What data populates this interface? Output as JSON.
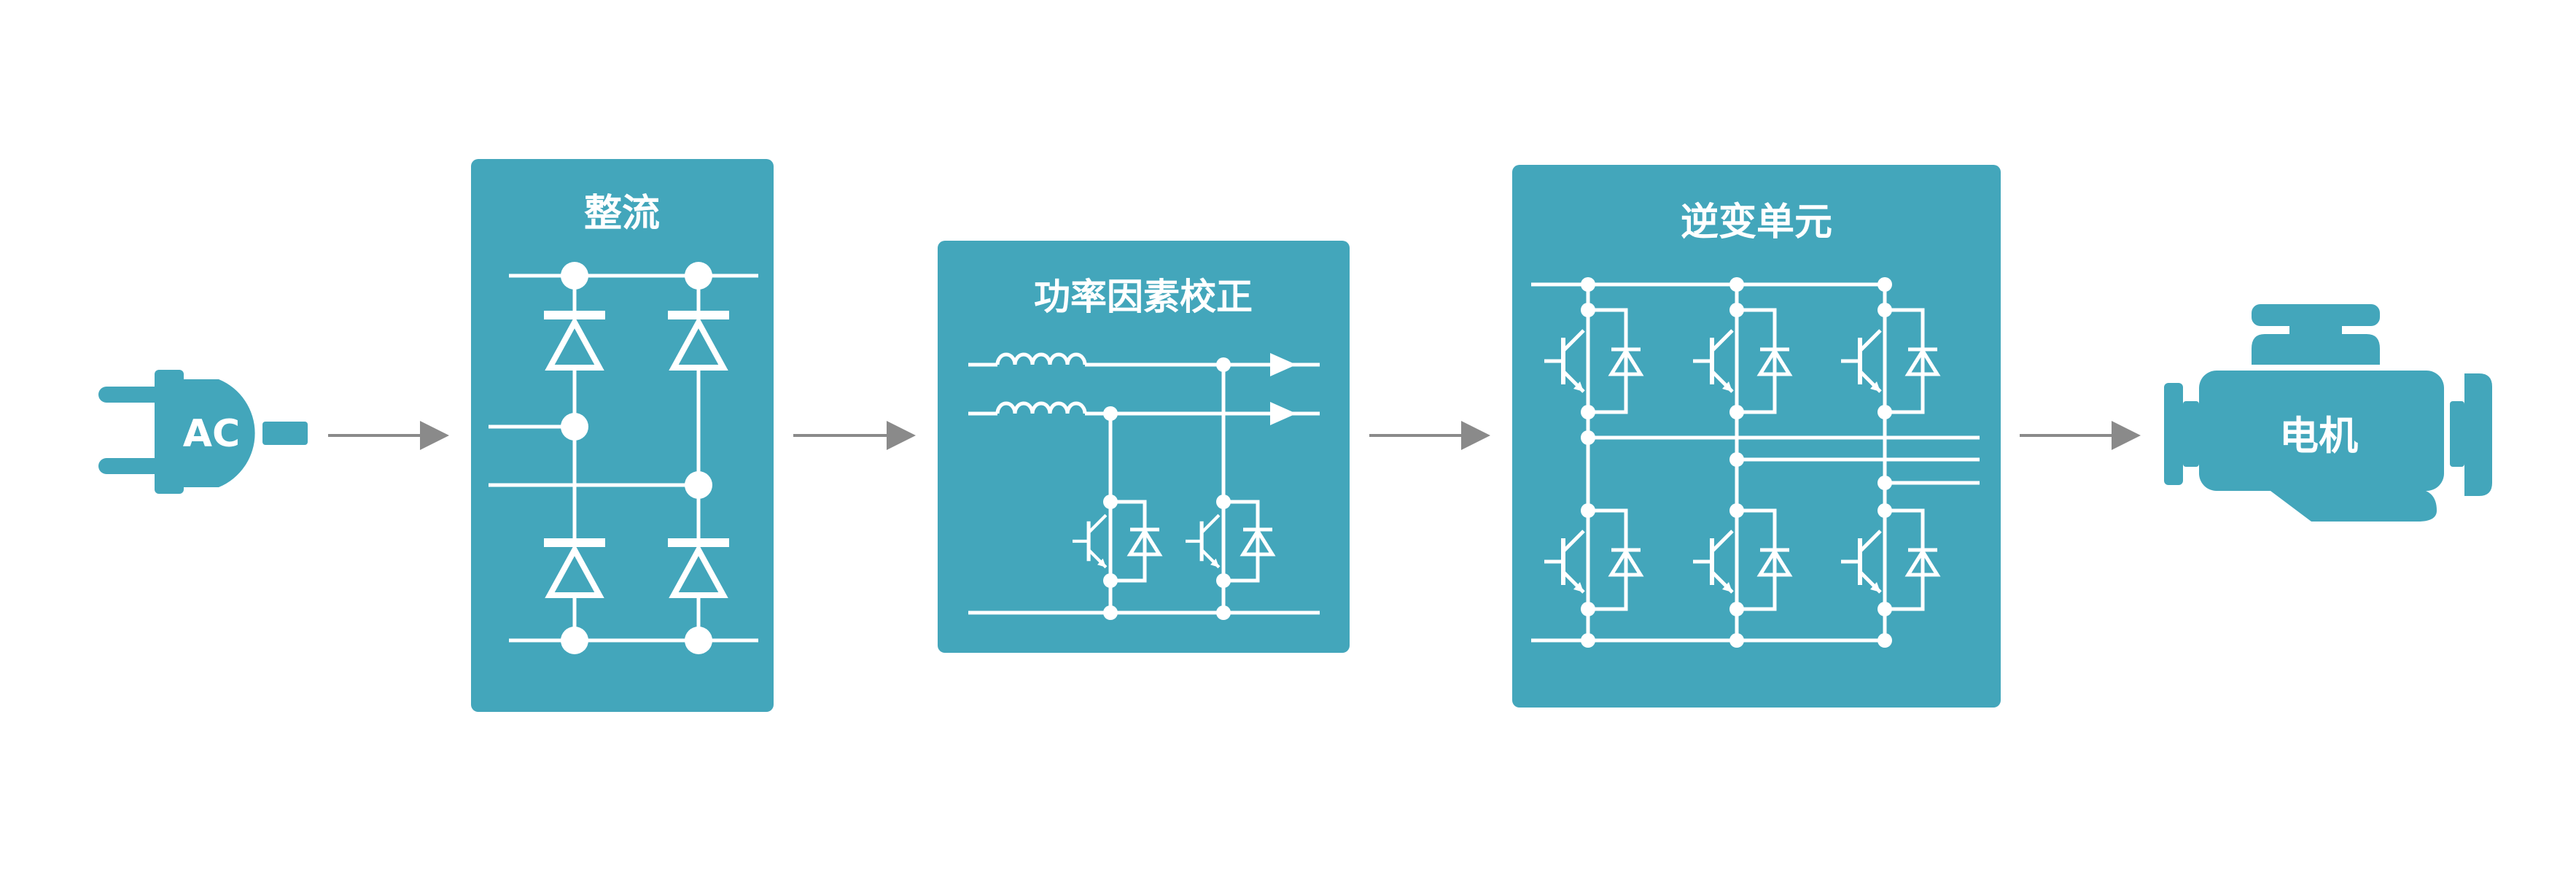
{
  "colors": {
    "block": "#43a6bb",
    "line": "#ffffff",
    "arrow": "#8a8a8a",
    "background": "#ffffff"
  },
  "nodes": {
    "source": {
      "label": "AC",
      "icon": "power-plug-icon"
    },
    "rectifier": {
      "label": "整流"
    },
    "pfc": {
      "label": "功率因素校正"
    },
    "inverter": {
      "label": "逆变单元"
    },
    "motor": {
      "label": "电机",
      "icon": "motor-icon"
    }
  }
}
